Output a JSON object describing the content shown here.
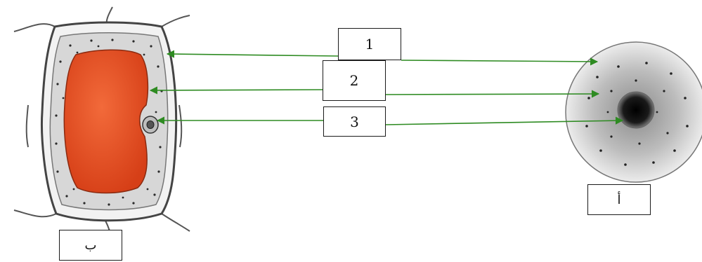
{
  "labels": {
    "box1": "1",
    "box2": "2",
    "box3": "3",
    "cell_a": "أ",
    "cell_b": "ب"
  },
  "colors": {
    "arrow": "#2e8b22",
    "vacuole": "#e04a1f",
    "cell_outline": "#444444",
    "cytoplasm": "#d9d9d9"
  }
}
